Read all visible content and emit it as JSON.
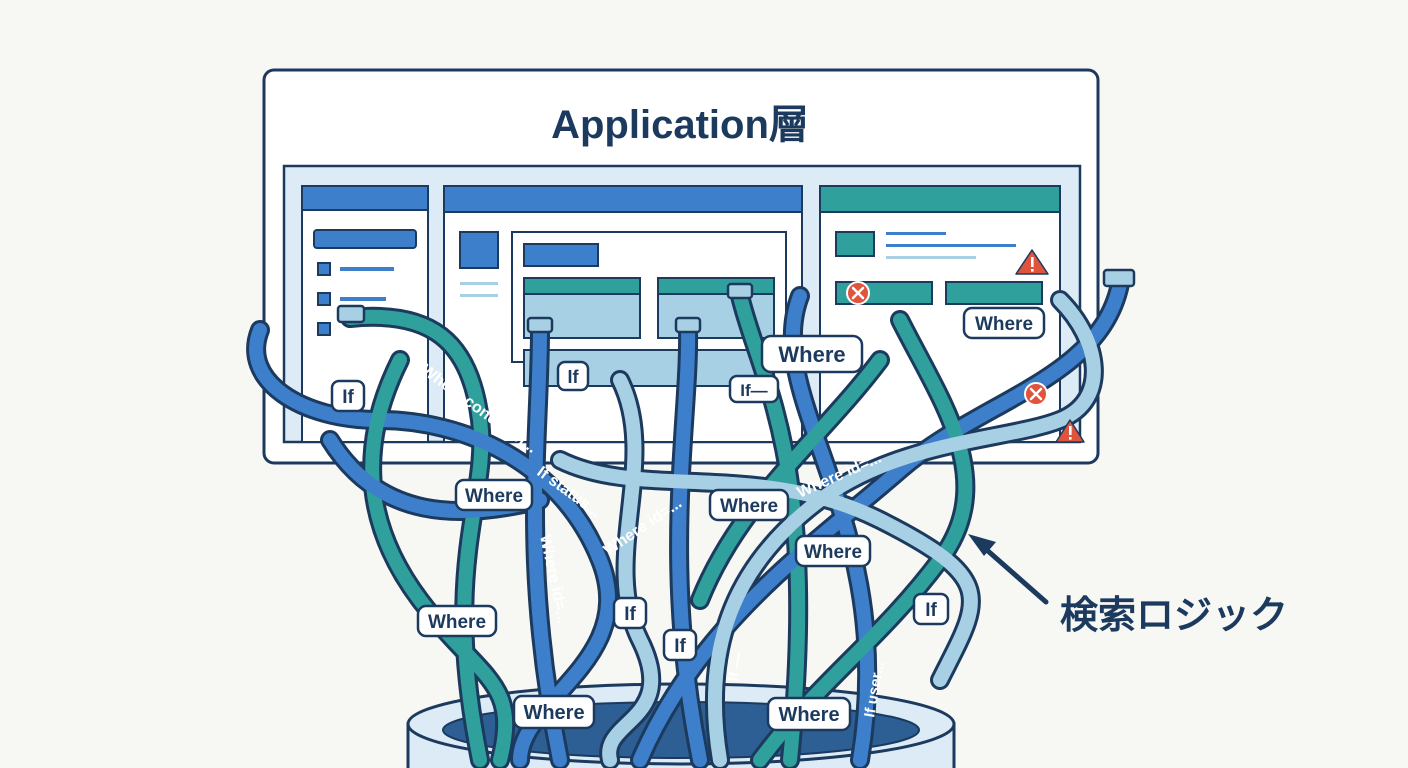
{
  "title": "Application層",
  "caption": "検索ロジック",
  "colors": {
    "navy": "#1c3a5e",
    "blue": "#3d7fcb",
    "teal": "#2fa09c",
    "light": "#a8d0e4",
    "frame": "#dcebf6",
    "warning": "#e0533c"
  },
  "bubbles": [
    {
      "text": "If"
    },
    {
      "text": "If"
    },
    {
      "text": "If—"
    },
    {
      "text": "Where"
    },
    {
      "text": "Where"
    },
    {
      "text": "Where"
    },
    {
      "text": "Where"
    },
    {
      "text": "Where"
    },
    {
      "text": "Where"
    },
    {
      "text": "If"
    },
    {
      "text": "If"
    },
    {
      "text": "If"
    },
    {
      "text": "Where"
    },
    {
      "text": "Where"
    }
  ],
  "cable_labels": [
    {
      "text": "Where condition..."
    },
    {
      "text": "If status..."
    },
    {
      "text": "Where id=..."
    },
    {
      "text": "Where id=..."
    },
    {
      "text": "Where id=..."
    },
    {
      "text": "If user..."
    },
    {
      "text": "If —"
    }
  ],
  "icons": [
    "error-icon",
    "warning-icon",
    "arrow-icon"
  ]
}
